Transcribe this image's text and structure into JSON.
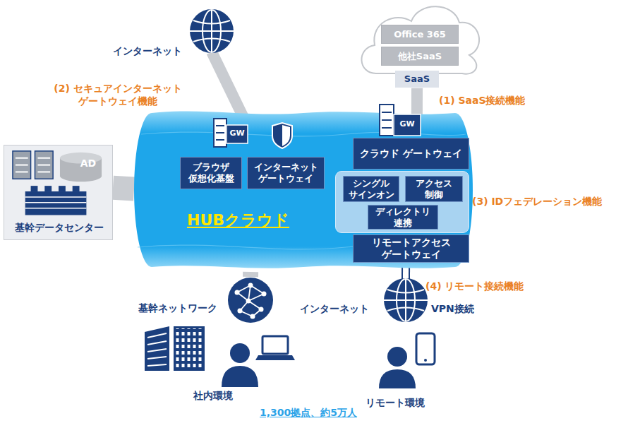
{
  "diagram": {
    "nodes": [
      {
        "text": [
          "HUBクラウド"
        ]
      },
      {
        "text": [
          "ブラウザ 仮想化基盤"
        ],
        "in": 0
      },
      {
        "text": [
          "インターネット ゲートウェイ"
        ],
        "in": 0
      },
      {
        "text": [
          "クラウド ゲートウェイ"
        ],
        "in": 0
      },
      {
        "text": [
          "(3) IDフェデレーション機能"
        ],
        "in": 0
      },
      {
        "text": [
          "シングル サインオン"
        ],
        "in": 4
      },
      {
        "text": [
          "アクセス 制御"
        ],
        "in": 4
      },
      {
        "text": [
          "ディレクトリ 連携"
        ],
        "in": 4
      },
      {
        "text": [
          "リモートアクセス ゲートウェイ"
        ],
        "in": 0
      },
      {
        "text": [
          "基幹データセンター"
        ]
      },
      {
        "text": [
          "SaaS"
        ]
      },
      {
        "text": [
          "Office 365"
        ],
        "in": 10
      },
      {
        "text": [
          "他社SaaS"
        ],
        "in": 10
      },
      {
        "text": [
          "インターネット"
        ]
      },
      {
        "text": [
          "基幹ネットワーク"
        ]
      },
      {
        "text": [
          "インターネット",
          "VPN接続"
        ]
      }
    ],
    "edges": [
      {
        "from": 10,
        "to": 3,
        "arrow": "none"
      },
      {
        "from": 13,
        "to": 2,
        "arrow": "none"
      },
      {
        "from": 9,
        "to": 0,
        "arrow": "none"
      },
      {
        "from": 14,
        "to": 0,
        "arrow": "none"
      },
      {
        "from": 15,
        "to": 8,
        "arrow": "none"
      }
    ],
    "labels": [
      "(1) SaaS接続機能",
      "(2) セキュアインターネット ゲートウェイ機能",
      "(4) リモート接続機能",
      "GW",
      "GW",
      "AD",
      "社内環境",
      "リモート環境",
      "1,300拠点、約5万人"
    ]
  }
}
